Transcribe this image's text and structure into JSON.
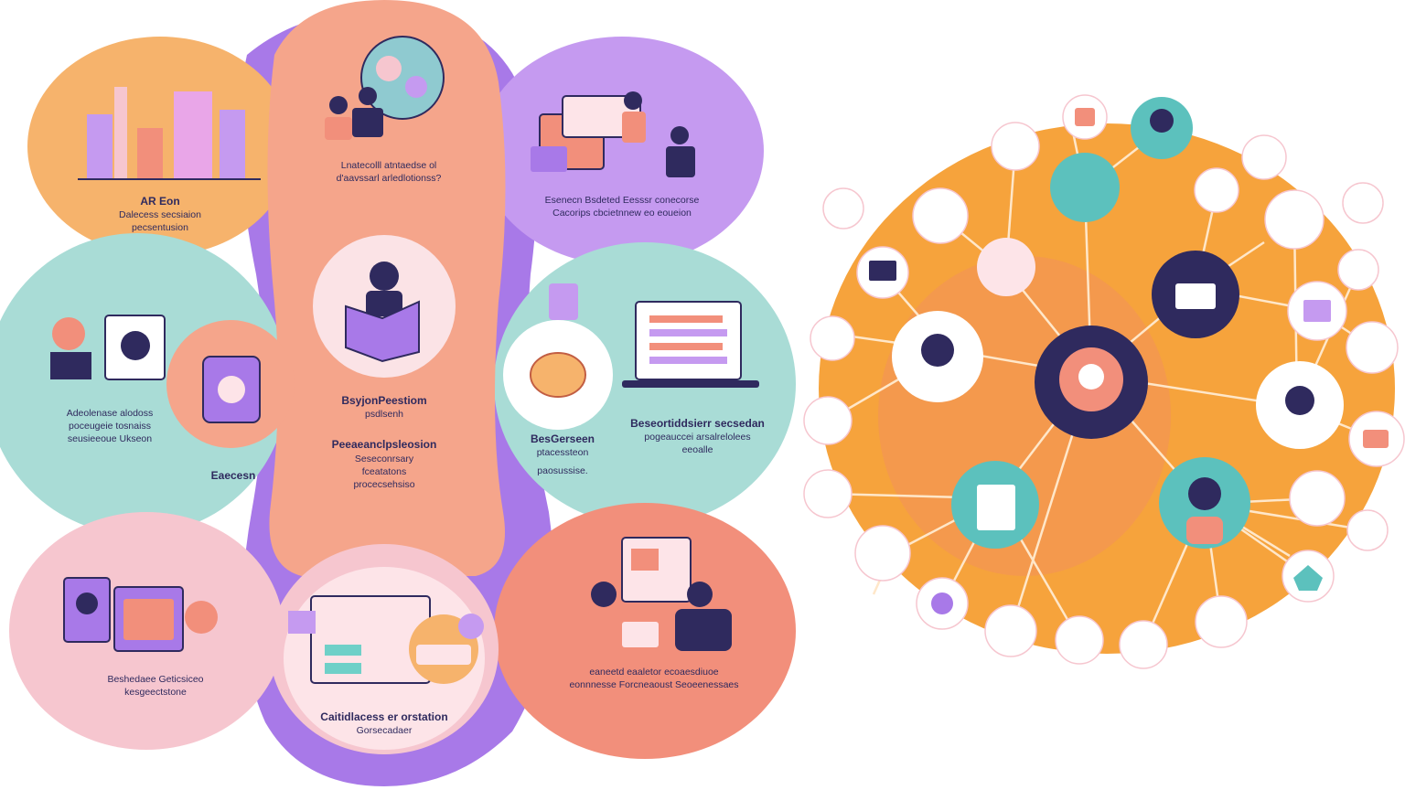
{
  "colors": {
    "orange": "#f6b36c",
    "peach": "#f5a58b",
    "lilac": "#c59af0",
    "purple": "#a879e8",
    "teal": "#a9dcd6",
    "pink": "#f6c6cf",
    "salmon": "#f28f7b",
    "navy": "#2f2a5e",
    "network_orange": "#f6a33c"
  },
  "panels": {
    "top_left": {
      "lines": [
        "AR Eon",
        "Dalecess secsiaion",
        "pecsentusion"
      ]
    },
    "top_center": {
      "lines": [
        "Lnatecolll atntaedse ol",
        "d'aavssarl arledlotionss?"
      ]
    },
    "top_right": {
      "lines": [
        "Esenecn Bsdeted Eesssr conecorse",
        "Cacorips cbcietnnew eo eoueion"
      ]
    },
    "mid_left": {
      "lines": [
        "Adeolenase alodoss",
        "poceugeie tosnaiss",
        "seusieeoue Ukseon"
      ],
      "tag": "Eaecesn"
    },
    "center": {
      "heading": "BsyjonPeestiom",
      "sub": "psdlsenh",
      "heading2": "Peeaeanclpsleosion",
      "lines": [
        "Seseconrsary",
        "fceatatons",
        "procecsehsiso"
      ]
    },
    "mid_right_a": {
      "heading": "BesGerseen",
      "lines": [
        "ptacessteon",
        "paosussise."
      ]
    },
    "mid_right_b": {
      "heading": "Beseortiddsierr secsedan",
      "lines": [
        "pogeauccei arsalrelolees",
        "eeoalle"
      ]
    },
    "bottom_left": {
      "lines": [
        "Beshedaee Geticsiceo",
        "kesgeectstone"
      ]
    },
    "bottom_center": {
      "lines": [
        "Caitidlacess er orstation",
        "Gorsecadaer"
      ]
    },
    "bottom_right": {
      "lines": [
        "eaneetd eaaletor ecoaesdiuoe",
        "eonnnesse Forcneaoust Seoeenessaes"
      ]
    }
  },
  "network": {
    "hub_icon": "lightbulb-icon",
    "node_icons": [
      "book-icon",
      "person-icon",
      "document-icon",
      "laptop-icon",
      "gear-icon",
      "home-icon",
      "chat-icon",
      "chart-icon"
    ]
  }
}
